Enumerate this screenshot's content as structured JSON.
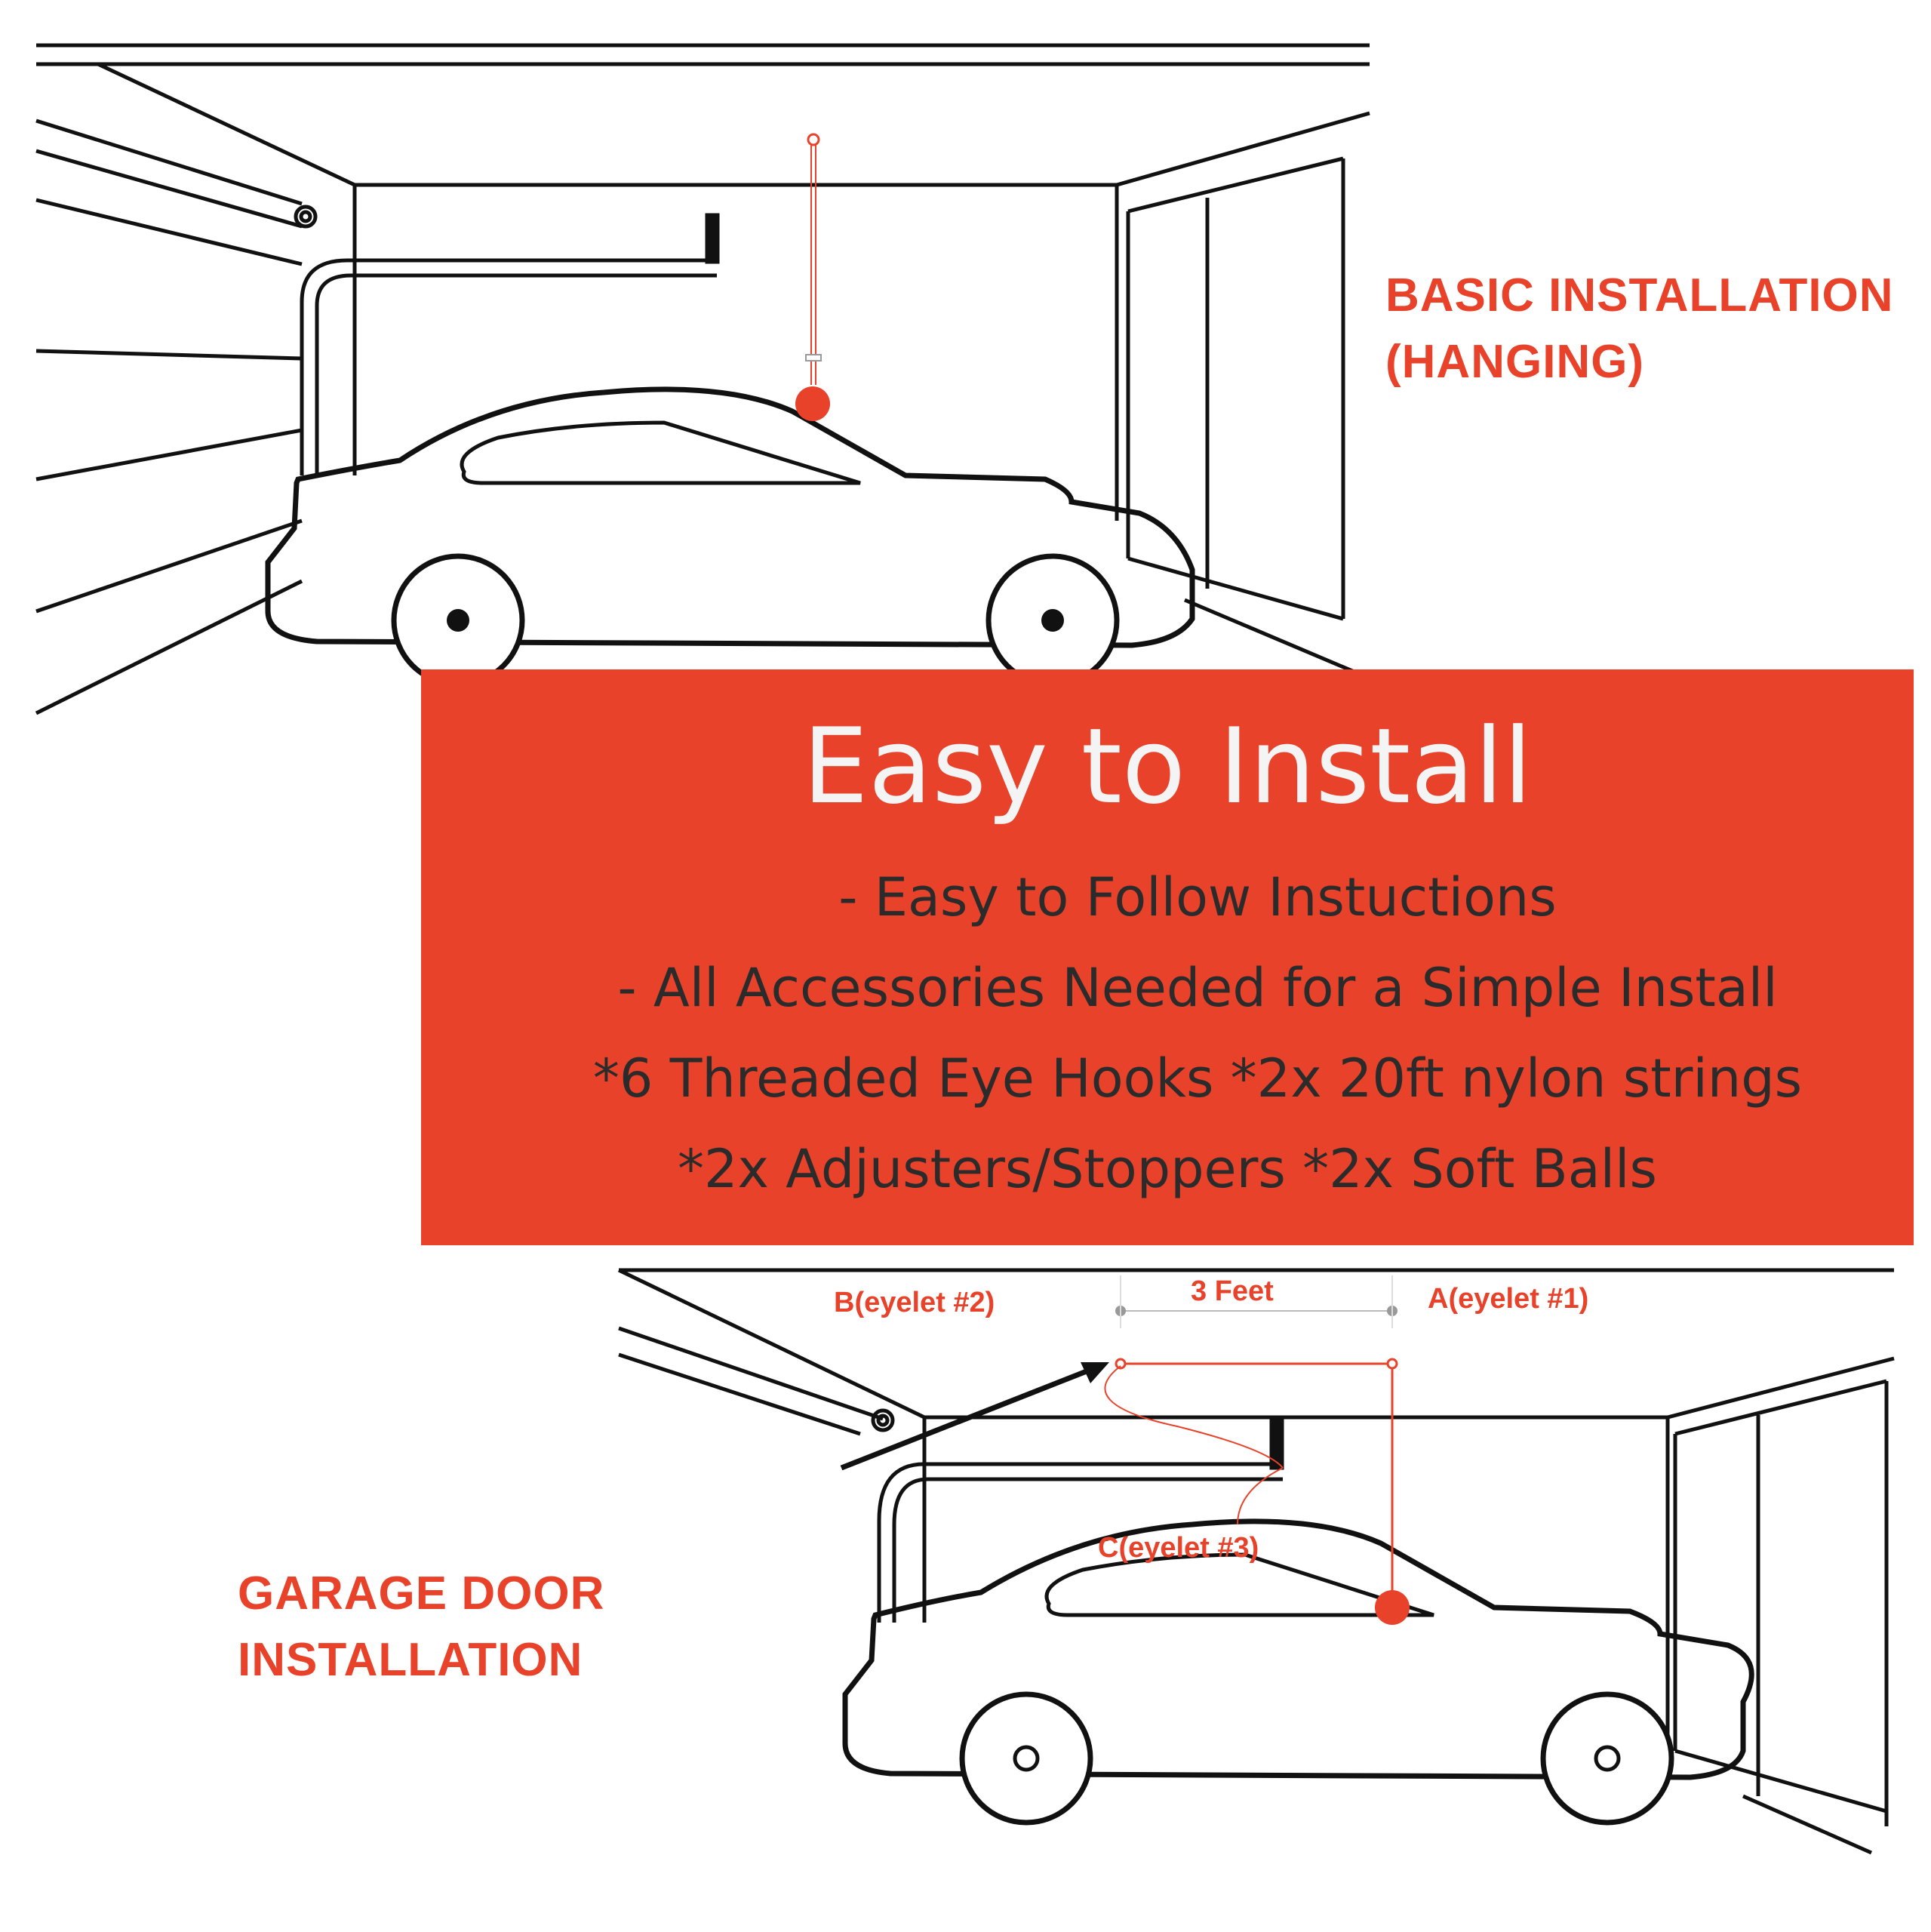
{
  "top_diagram": {
    "label_line1": "BASIC INSTALLATION",
    "label_line2": "(HANGING)"
  },
  "banner": {
    "title": "Easy to Install",
    "lines": [
      "- Easy to Follow Instuctions",
      "- All Accessories Needed for a Simple Install",
      "*6 Threaded Eye Hooks *2x 20ft nylon strings",
      "*2x Adjusters/Stoppers *2x Soft Balls"
    ]
  },
  "bottom_diagram": {
    "label_line1": "GARAGE DOOR",
    "label_line2": "INSTALLATION",
    "distance": "3 Feet",
    "eyelet_a": "A(eyelet #1)",
    "eyelet_b": "B(eyelet #2)",
    "eyelet_c": "C(eyelet #3)"
  },
  "colors": {
    "accent": "#e8432a",
    "line": "#111111",
    "banner_text": "#2b2b2b",
    "title_text": "#f4f4f4"
  }
}
